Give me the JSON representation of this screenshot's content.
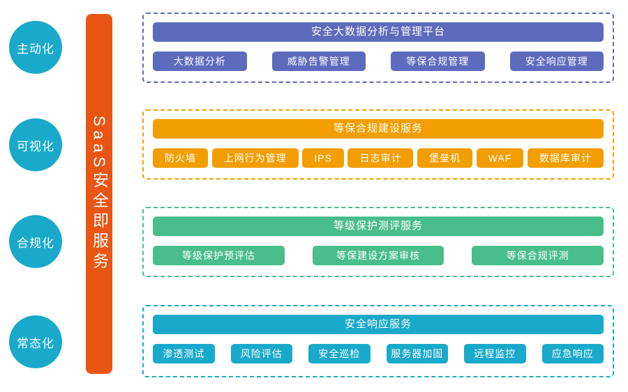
{
  "colors": {
    "circle_cyan": "#19a9ca",
    "bar_vermilion": "#e95513",
    "panel_indigo": "#5d6bbd",
    "panel_orange": "#f39e00",
    "panel_green": "#49bd8b",
    "panel_cyan": "#19a9ca"
  },
  "left_rail": {
    "circles": [
      {
        "label": "主动化"
      },
      {
        "label": "可视化"
      },
      {
        "label": "合规化"
      },
      {
        "label": "常态化"
      }
    ],
    "bar": {
      "label": "SaaS安全即服务"
    }
  },
  "panels": [
    {
      "header": "安全大数据分析与管理平台",
      "color": "#5d6bbd",
      "items": [
        "大数据分析",
        "威胁告警管理",
        "等保合规管理",
        "安全响应管理"
      ]
    },
    {
      "header": "等保合规建设服务",
      "color": "#f39e00",
      "items": [
        "防火墙",
        "上网行为管理",
        "IPS",
        "日志审计",
        "堡垒机",
        "WAF",
        "数据库审计"
      ]
    },
    {
      "header": "等级保护测评服务",
      "color": "#49bd8b",
      "items": [
        "等级保护预评估",
        "等保建设方案审核",
        "等保合规评测"
      ]
    },
    {
      "header": "安全响应服务",
      "color": "#19a9ca",
      "items": [
        "渗透测试",
        "风险评估",
        "安全巡检",
        "服务器加固",
        "远程监控",
        "应急响应"
      ]
    }
  ]
}
